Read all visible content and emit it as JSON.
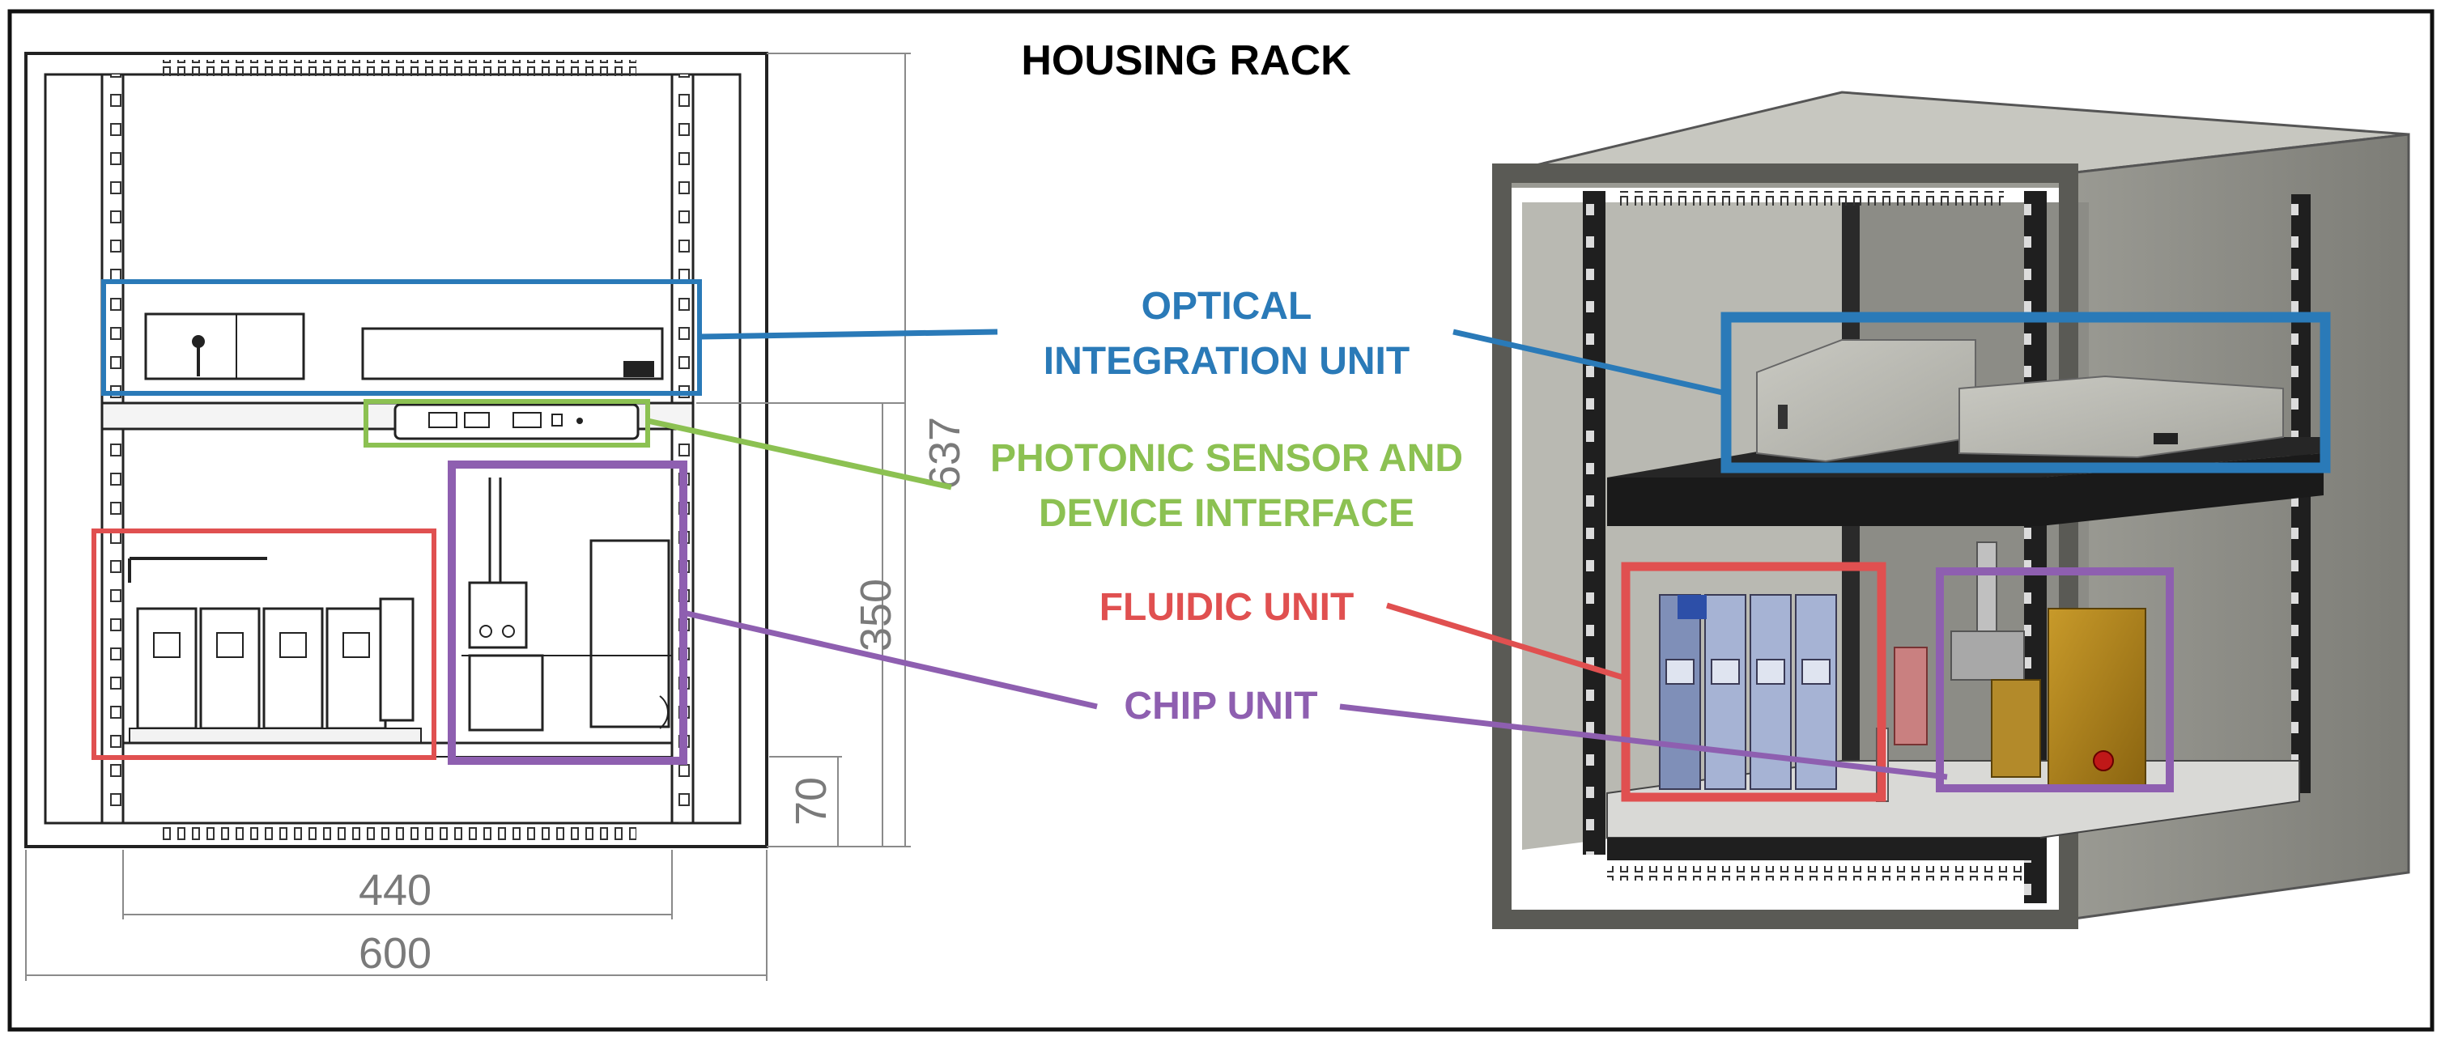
{
  "title": "HOUSING RACK",
  "labels": {
    "optical": [
      "OPTICAL",
      "INTEGRATION UNIT"
    ],
    "photonic": [
      "PHOTONIC SENSOR AND",
      "DEVICE INTERFACE"
    ],
    "fluidic": "FLUIDIC UNIT",
    "chip": "CHIP UNIT"
  },
  "dimensions": {
    "width_inner": "440",
    "width_outer": "600",
    "height_637": "637",
    "height_350": "350",
    "height_70": "70"
  },
  "colors": {
    "optical": "#2a7ab8",
    "photonic": "#8cc152",
    "fluidic": "#e05050",
    "chip": "#8e5fb0",
    "frame": "#1a1a1a",
    "dimension": "#8a8a8a"
  }
}
